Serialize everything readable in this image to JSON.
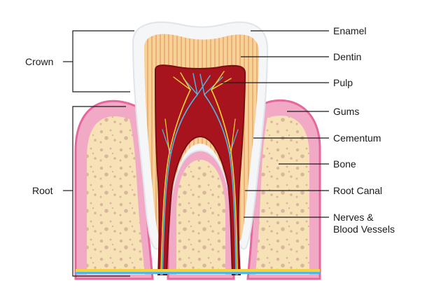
{
  "labels": {
    "crown": "Crown",
    "root": "Root",
    "enamel": "Enamel",
    "dentin": "Dentin",
    "pulp": "Pulp",
    "gums": "Gums",
    "cementum": "Cementum",
    "bone": "Bone",
    "root_canal": "Root Canal",
    "nerves_line1": "Nerves &",
    "nerves_line2": "Blood Vessels"
  },
  "colors": {
    "enamel": "#f4f6f8",
    "dentin": "#f7d19a",
    "dentin_stripe": "#ecb072",
    "pulp": "#a8141d",
    "pulp_dark": "#7c0d14",
    "gum": "#f2a9c6",
    "gum_edge": "#e6679e",
    "bone": "#f6e2b6",
    "bone_dot": "#d9b69d",
    "nerve_yellow": "#f6d23a",
    "nerve_blue": "#52b7e6",
    "leader": "#1a1a1a"
  }
}
